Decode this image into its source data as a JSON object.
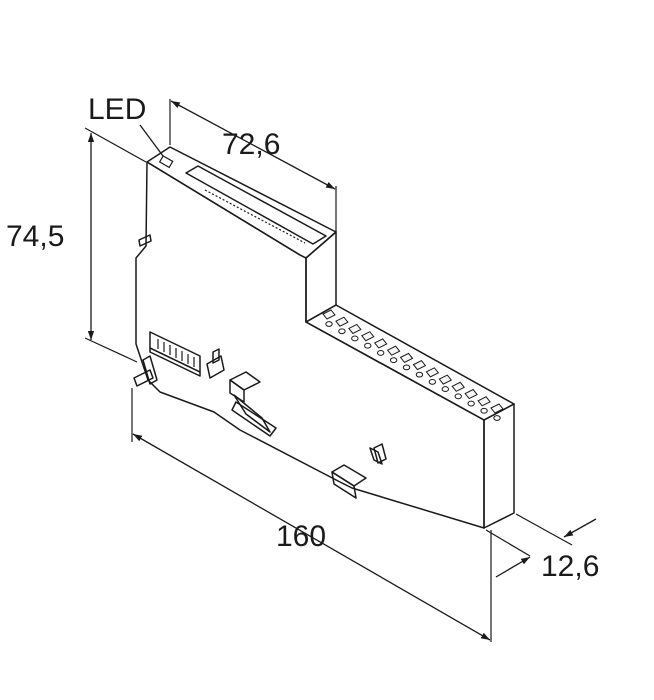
{
  "labels": {
    "led": "LED",
    "depth": "72,6",
    "height": "74,5",
    "length": "160",
    "width": "12,6"
  },
  "colors": {
    "body_front": "#e2e2e2",
    "body_top": "#ececec",
    "body_end": "#d6d6d6",
    "line": "#1a1a1a",
    "background": "#ffffff"
  },
  "terminals": {
    "count": 14
  }
}
